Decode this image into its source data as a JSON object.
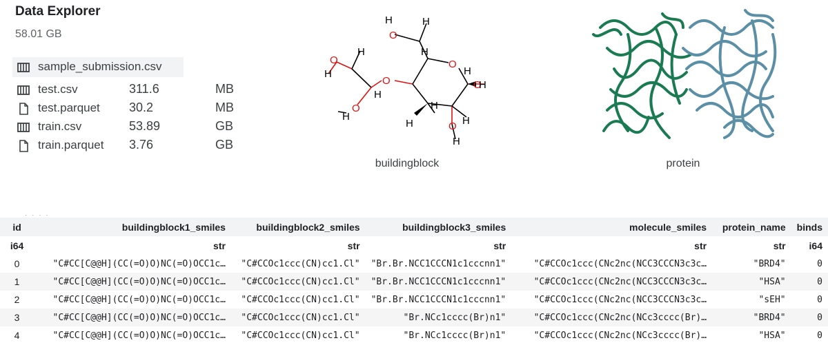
{
  "header": {
    "title": "Data Explorer",
    "size": "58.01 GB"
  },
  "files": [
    {
      "name": "sample_submission.csv",
      "icon": "table-icon",
      "value": "",
      "unit": ""
    },
    {
      "name": "test.csv",
      "icon": "table-icon",
      "value": "311.6",
      "unit": "MB"
    },
    {
      "name": "test.parquet",
      "icon": "file-icon",
      "value": "30.2",
      "unit": "MB"
    },
    {
      "name": "train.csv",
      "icon": "table-icon",
      "value": "53.89",
      "unit": "GB"
    },
    {
      "name": "train.parquet",
      "icon": "file-icon",
      "value": "3.76",
      "unit": "GB"
    }
  ],
  "images": {
    "molecule_caption": "buildingblock",
    "protein_caption": "protein"
  },
  "table": {
    "columns": [
      "id",
      "buildingblock1_smiles",
      "buildingblock2_smiles",
      "buildingblock3_smiles",
      "molecule_smiles",
      "protein_name",
      "binds"
    ],
    "dtypes": [
      "i64",
      "str",
      "str",
      "str",
      "str",
      "str",
      "i64"
    ],
    "rows": [
      [
        "0",
        "\"C#CC[C@@H](CC(=O)O)NC(=O)OCC1c…",
        "\"C#CCOc1ccc(CN)cc1.Cl\"",
        "\"Br.Br.NCC1CCCN1c1cccnn1\"",
        "\"C#CCOc1ccc(CNc2nc(NCC3CCCN3c3c…",
        "\"BRD4\"",
        "0"
      ],
      [
        "1",
        "\"C#CC[C@@H](CC(=O)O)NC(=O)OCC1c…",
        "\"C#CCOc1ccc(CN)cc1.Cl\"",
        "\"Br.Br.NCC1CCCN1c1cccnn1\"",
        "\"C#CCOc1ccc(CNc2nc(NCC3CCCN3c3c…",
        "\"HSA\"",
        "0"
      ],
      [
        "2",
        "\"C#CC[C@@H](CC(=O)O)NC(=O)OCC1c…",
        "\"C#CCOc1ccc(CN)cc1.Cl\"",
        "\"Br.Br.NCC1CCCN1c1cccnn1\"",
        "\"C#CCOc1ccc(CNc2nc(NCC3CCCN3c3c…",
        "\"sEH\"",
        "0"
      ],
      [
        "3",
        "\"C#CC[C@@H](CC(=O)O)NC(=O)OCC1c…",
        "\"C#CCOc1ccc(CN)cc1.Cl\"",
        "\"Br.NCc1cccc(Br)n1\"",
        "\"C#CCOc1ccc(CNc2nc(NCc3cccc(Br)…",
        "\"BRD4\"",
        "0"
      ],
      [
        "4",
        "\"C#CC[C@@H](CC(=O)O)NC(=O)OCC1c…",
        "\"C#CCOc1ccc(CN)cc1.Cl\"",
        "\"Br.NCc1cccc(Br)n1\"",
        "\"C#CCOc1ccc(CNc2nc(NCc3cccc(Br)…",
        "\"HSA\"",
        "0"
      ]
    ]
  },
  "colors": {
    "oxygen": "#e01010",
    "bond": "#000000",
    "protein_green": "#1a7a52",
    "protein_blue": "#5b8fa6",
    "header_bg": "#f1f3f4"
  }
}
